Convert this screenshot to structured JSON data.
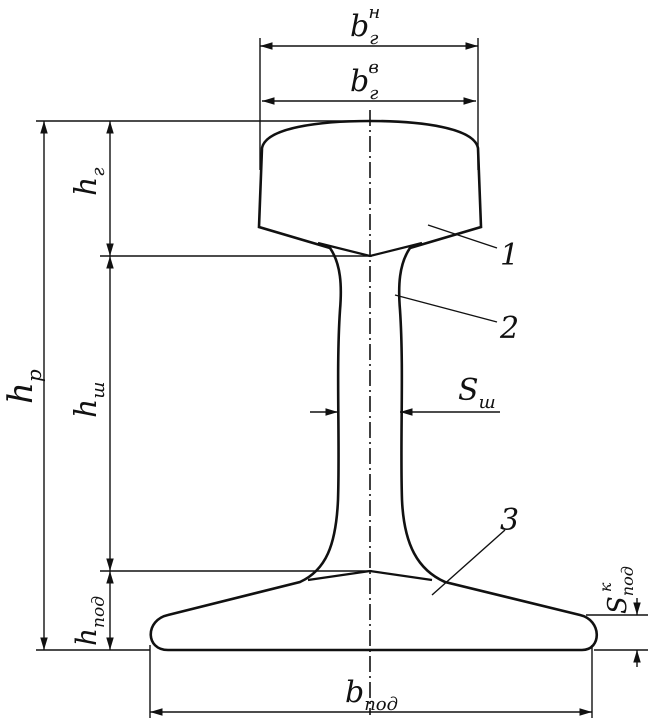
{
  "diagram": {
    "labels": {
      "b_head_top": {
        "main": "b",
        "sub": "г",
        "sup": "н"
      },
      "b_head_inner": {
        "main": "b",
        "sub": "г",
        "sup": "в"
      },
      "h_head": {
        "main": "h",
        "sub": "г"
      },
      "h_rail": {
        "main": "h",
        "sub": "р"
      },
      "h_web": {
        "main": "h",
        "sub": "ш"
      },
      "h_foot": {
        "main": "h",
        "sub": "под"
      },
      "s_web": {
        "main": "S",
        "sub": "ш"
      },
      "s_foot_edge": {
        "main": "S",
        "sub": "под",
        "sup": "к"
      },
      "b_foot": {
        "main": "b",
        "sub": "под"
      }
    },
    "callouts": [
      "1",
      "2",
      "3"
    ]
  },
  "colors": {
    "ink": "#111111",
    "background": "#ffffff"
  }
}
